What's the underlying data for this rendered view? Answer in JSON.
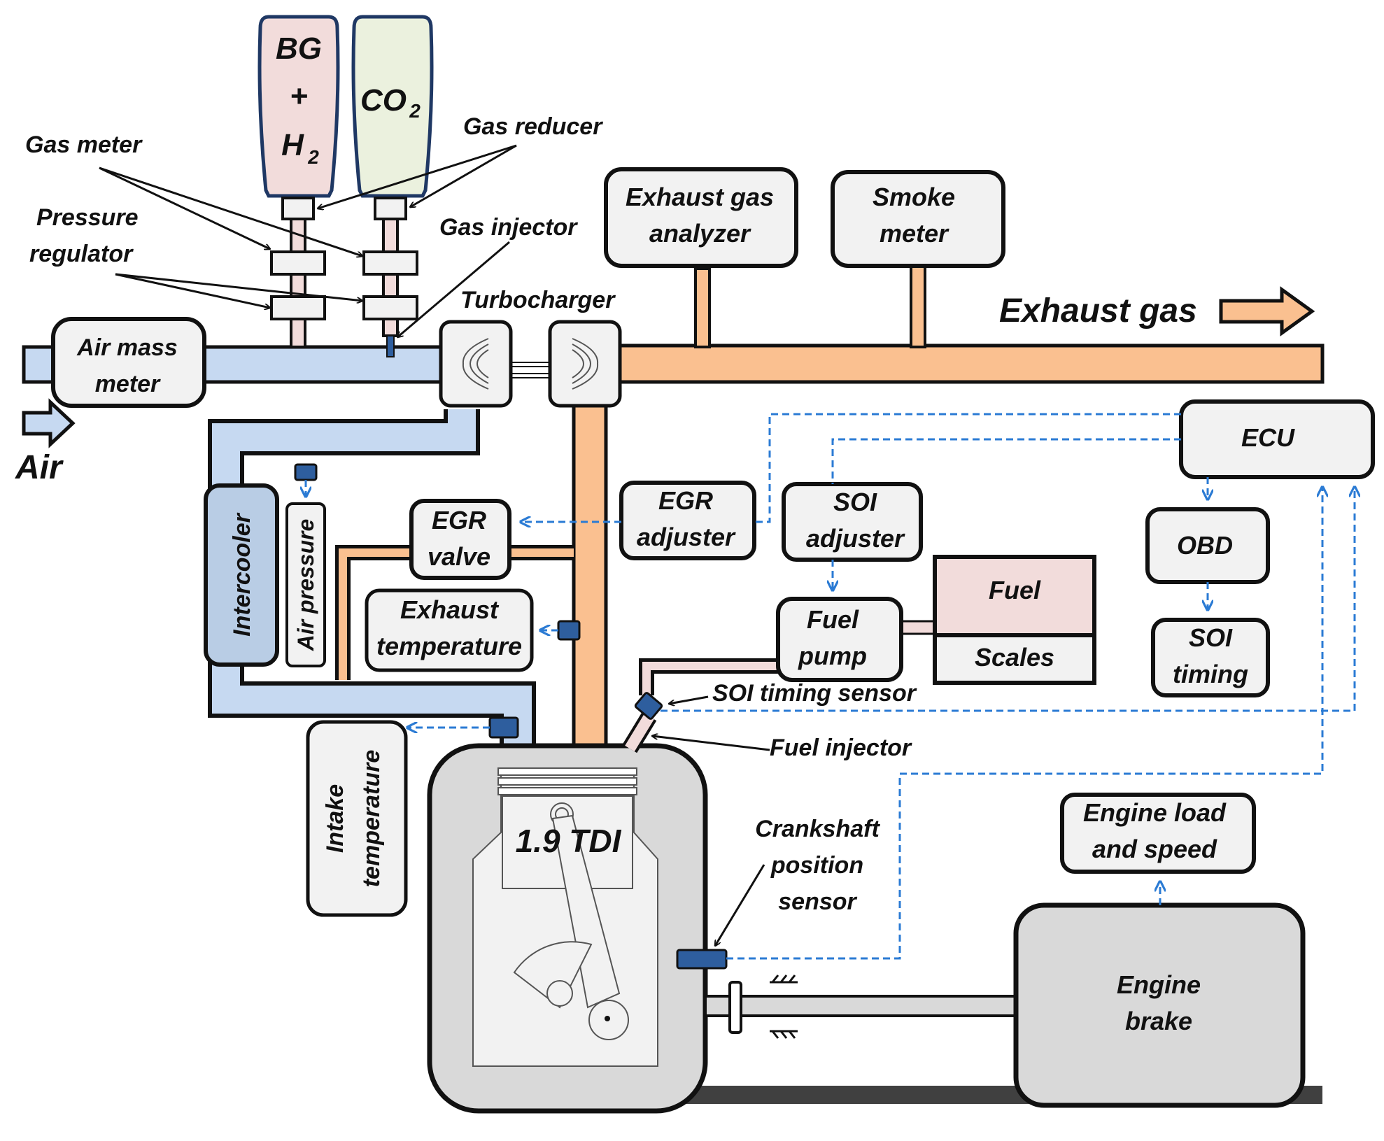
{
  "cylinders": {
    "bg": {
      "line1": "BG",
      "line2": "+",
      "line3": "H",
      "sub": "2"
    },
    "co2": {
      "main": "CO",
      "sub": "2"
    }
  },
  "labels": {
    "gas_meter": "Gas meter",
    "gas_reducer": "Gas reducer",
    "pressure_regulator_1": "Pressure",
    "pressure_regulator_2": "regulator",
    "gas_injector": "Gas injector",
    "turbocharger": "Turbocharger",
    "exhaust_gas": "Exhaust gas",
    "air": "Air",
    "soi_timing_sensor": "SOI timing sensor",
    "fuel_injector": "Fuel injector",
    "crankshaft_1": "Crankshaft",
    "crankshaft_2": "position",
    "crankshaft_3": "sensor",
    "engine": "1.9 TDI"
  },
  "boxes": {
    "air_mass_meter": [
      "Air mass",
      "meter"
    ],
    "exhaust_gas_analyzer": [
      "Exhaust gas",
      "analyzer"
    ],
    "smoke_meter": [
      "Smoke",
      "meter"
    ],
    "ecu": [
      "ECU"
    ],
    "egr_adjuster": [
      "EGR",
      "adjuster"
    ],
    "soi_adjuster": [
      "SOI",
      "adjuster"
    ],
    "egr_valve": [
      "EGR",
      "valve"
    ],
    "obd": [
      "OBD"
    ],
    "soi_timing": [
      "SOI",
      "timing"
    ],
    "exhaust_temperature": [
      "Exhaust",
      "temperature"
    ],
    "fuel_pump": [
      "Fuel",
      "pump"
    ],
    "fuel": [
      "Fuel"
    ],
    "scales": [
      "Scales"
    ],
    "intercooler": [
      "Intercooler"
    ],
    "air_pressure": [
      "Air pressure"
    ],
    "intake_temperature": [
      "Intake",
      "temperature"
    ],
    "engine_load": [
      "Engine load",
      "and speed"
    ],
    "engine_brake": [
      "Engine",
      "brake"
    ]
  },
  "colors": {
    "air_pipe": "#c6d9f1",
    "exhaust_pipe": "#fac090",
    "bg_cylinder": "#f2dcdb",
    "co2_cylinder": "#ebf1de",
    "intercooler": "#b9cde5",
    "sensor": "#2e5e9e",
    "signal": "#2b7bd4",
    "box": "#f2f2f2",
    "engine": "#d9d9d9"
  }
}
